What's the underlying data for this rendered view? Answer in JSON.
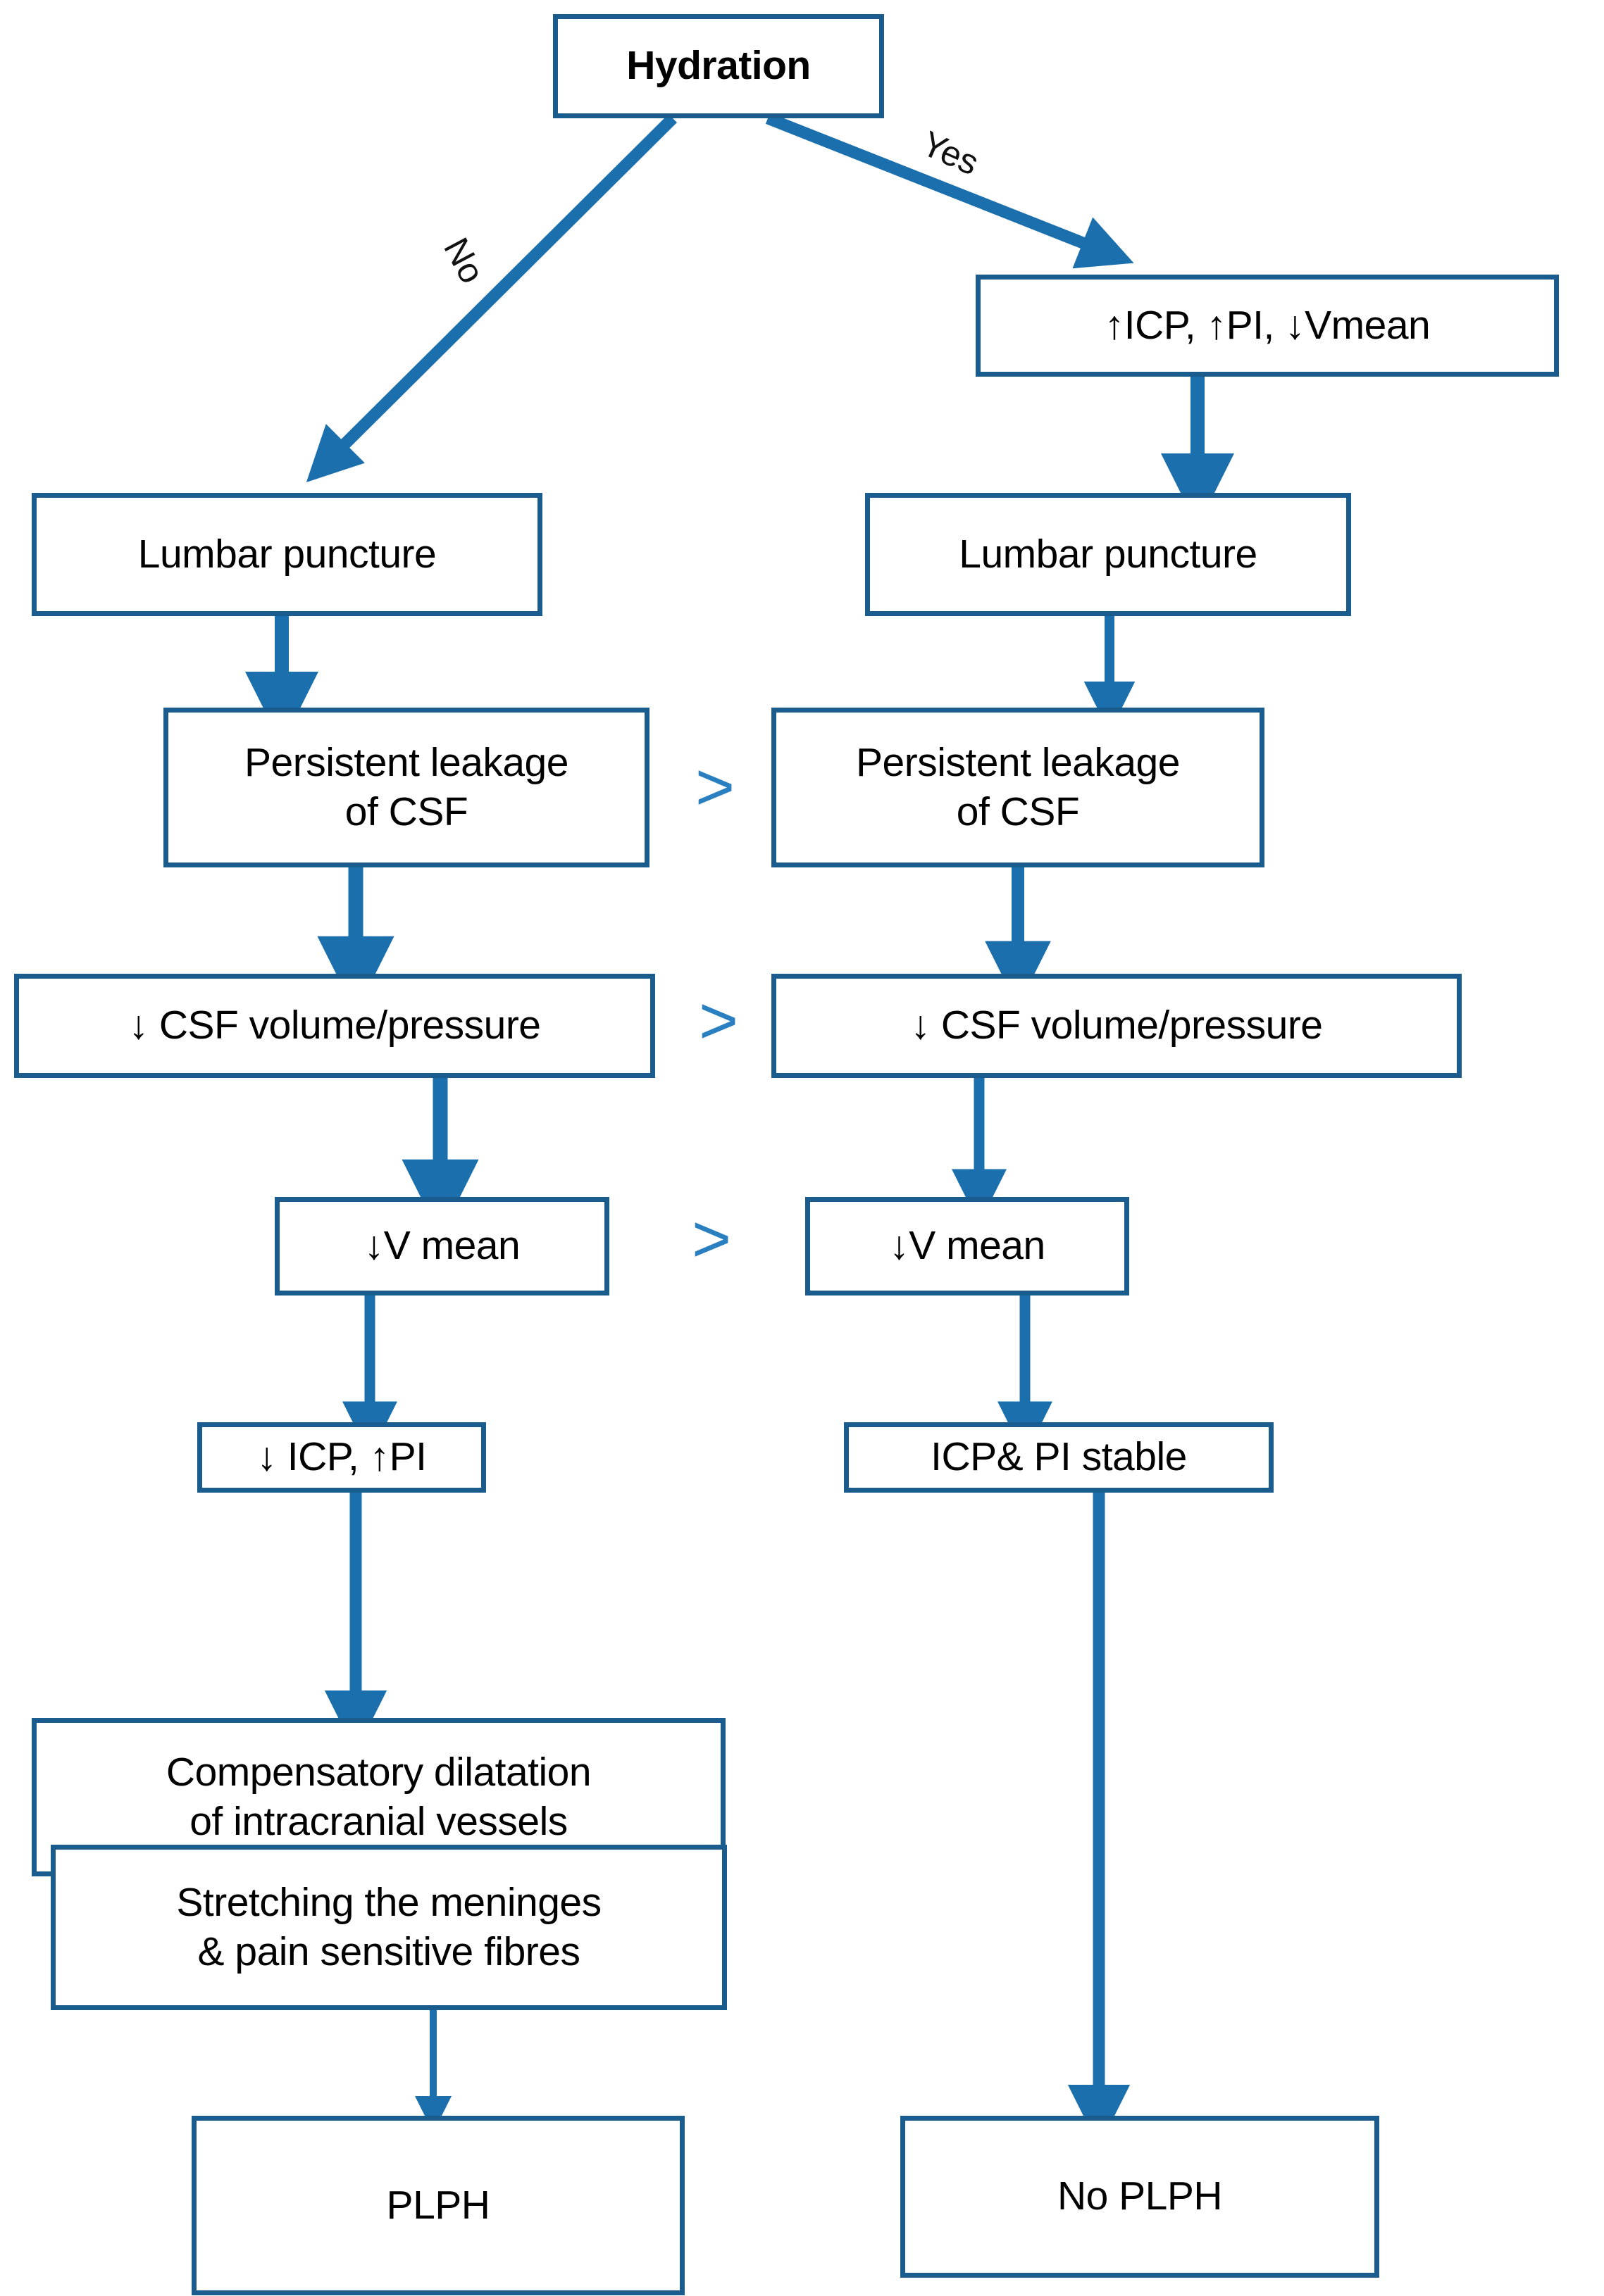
{
  "diagram": {
    "title_node": "Hydration",
    "colors": {
      "node_border": "#1a5c8e",
      "arrow": "#1b6fad",
      "compare_symbol": "#2a7fc1",
      "text": "#000000",
      "background": "#ffffff"
    },
    "edge_labels": {
      "no": "No",
      "yes": "Yes"
    },
    "compare_symbols": [
      {
        "id": "cmp-leakage",
        "text": ">"
      },
      {
        "id": "cmp-csf-volume",
        "text": ">"
      },
      {
        "id": "cmp-vmean",
        "text": ">"
      }
    ],
    "branch_no": {
      "label": "No",
      "nodes": [
        {
          "id": "lp-left",
          "text": "Lumbar puncture"
        },
        {
          "id": "leakage-left",
          "text": "Persistent leakage\nof CSF"
        },
        {
          "id": "csf-left",
          "text": "↓ CSF volume/pressure"
        },
        {
          "id": "vmean-left",
          "text": "↓V mean"
        },
        {
          "id": "icp-left",
          "text": "↓ ICP, ↑PI"
        },
        {
          "id": "dilatation",
          "text": "Compensatory dilatation\nof intracranial vessels"
        },
        {
          "id": "stretching",
          "text": "Stretching the meninges\n& pain sensitive fibres"
        },
        {
          "id": "plph",
          "text": "PLPH"
        }
      ]
    },
    "branch_yes": {
      "label": "Yes",
      "nodes": [
        {
          "id": "icp-top-right",
          "text": "↑ICP, ↑PI, ↓Vmean"
        },
        {
          "id": "lp-right",
          "text": "Lumbar puncture"
        },
        {
          "id": "leakage-right",
          "text": "Persistent leakage\nof CSF"
        },
        {
          "id": "csf-right",
          "text": "↓ CSF volume/pressure"
        },
        {
          "id": "vmean-right",
          "text": "↓V mean"
        },
        {
          "id": "icp-stable",
          "text": "ICP& PI stable"
        },
        {
          "id": "no-plph",
          "text": "No PLPH"
        }
      ]
    }
  }
}
